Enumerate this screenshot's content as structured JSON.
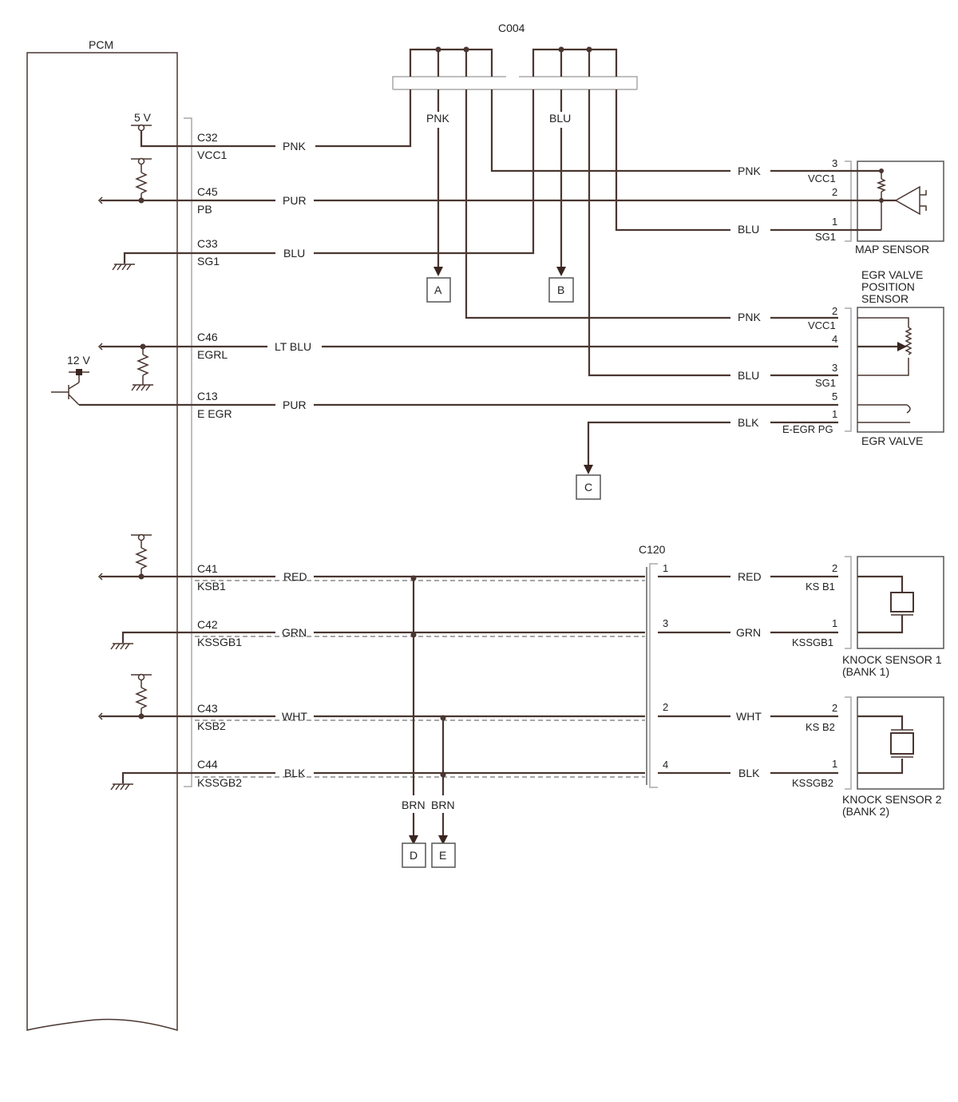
{
  "labels": {
    "pcm": "PCM",
    "c004": "C004",
    "c120": "C120",
    "v5": "5 V",
    "v12": "12 V",
    "c004_pnk": "PNK",
    "c004_blu": "BLU"
  },
  "pcm_terminals": [
    {
      "pin": "C32",
      "name": "VCC1",
      "wire": "PNK"
    },
    {
      "pin": "C45",
      "name": "PB",
      "wire": "PUR"
    },
    {
      "pin": "C33",
      "name": "SG1",
      "wire": "BLU"
    },
    {
      "pin": "C46",
      "name": "EGRL",
      "wire": "LT BLU"
    },
    {
      "pin": "C13",
      "name": "E EGR",
      "wire": "PUR"
    },
    {
      "pin": "C41",
      "name": "KSB1",
      "wire": "RED"
    },
    {
      "pin": "C42",
      "name": "KSSGB1",
      "wire": "GRN"
    },
    {
      "pin": "C43",
      "name": "KSB2",
      "wire": "WHT"
    },
    {
      "pin": "C44",
      "name": "KSSGB2",
      "wire": "BLK"
    }
  ],
  "map_sensor": {
    "title": "MAP SENSOR",
    "pins": [
      {
        "num": "3",
        "name": "VCC1",
        "wire": "PNK"
      },
      {
        "num": "2",
        "name": "",
        "wire": ""
      },
      {
        "num": "1",
        "name": "SG1",
        "wire": "BLU"
      }
    ]
  },
  "egr_position_sensor": {
    "title_lines": [
      "EGR VALVE",
      "POSITION",
      "SENSOR"
    ],
    "pins": [
      {
        "num": "2",
        "name": "VCC1",
        "wire": "PNK"
      },
      {
        "num": "4",
        "name": "",
        "wire": ""
      },
      {
        "num": "3",
        "name": "SG1",
        "wire": "BLU"
      }
    ]
  },
  "egr_valve": {
    "title": "EGR VALVE",
    "pins": [
      {
        "num": "5",
        "name": "",
        "wire": ""
      },
      {
        "num": "1",
        "name": "E-EGR PG",
        "wire": "BLK"
      }
    ]
  },
  "c120_pins": [
    "1",
    "3",
    "2",
    "4"
  ],
  "knock_sensor_1": {
    "title_lines": [
      "KNOCK SENSOR 1",
      "(BANK 1)"
    ],
    "pins": [
      {
        "num": "2",
        "name": "KS B1",
        "wire": "RED"
      },
      {
        "num": "1",
        "name": "KSSGB1",
        "wire": "GRN"
      }
    ]
  },
  "knock_sensor_2": {
    "title_lines": [
      "KNOCK SENSOR 2",
      "(BANK 2)"
    ],
    "pins": [
      {
        "num": "2",
        "name": "KS B2",
        "wire": "WHT"
      },
      {
        "num": "1",
        "name": "KSSGB2",
        "wire": "BLK"
      }
    ]
  },
  "references": [
    "A",
    "B",
    "C",
    "D",
    "E"
  ],
  "shield_wires": [
    "BRN",
    "BRN"
  ]
}
